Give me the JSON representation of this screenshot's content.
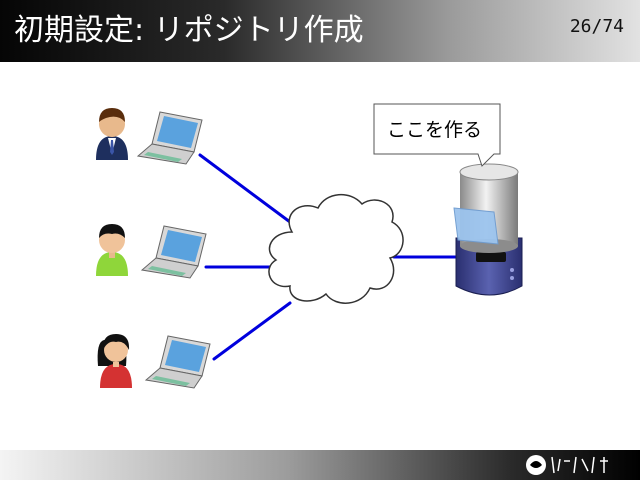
{
  "slide": {
    "title": "初期設定: リポジトリ作成",
    "page_number": "26/74"
  },
  "diagram": {
    "callout_label": "ここを作る",
    "line_color": "#0000dd",
    "nodes": [
      {
        "name": "user-man-suit",
        "icon": "person-icon",
        "device": "laptop-icon"
      },
      {
        "name": "user-boy",
        "icon": "person-icon",
        "device": "laptop-icon"
      },
      {
        "name": "user-woman",
        "icon": "person-icon",
        "device": "laptop-icon"
      },
      {
        "name": "network",
        "icon": "cloud-icon"
      },
      {
        "name": "repository-server",
        "icon": "server-icon"
      }
    ]
  },
  "footer": {
    "logo_icon": "circle-logo-icon"
  }
}
